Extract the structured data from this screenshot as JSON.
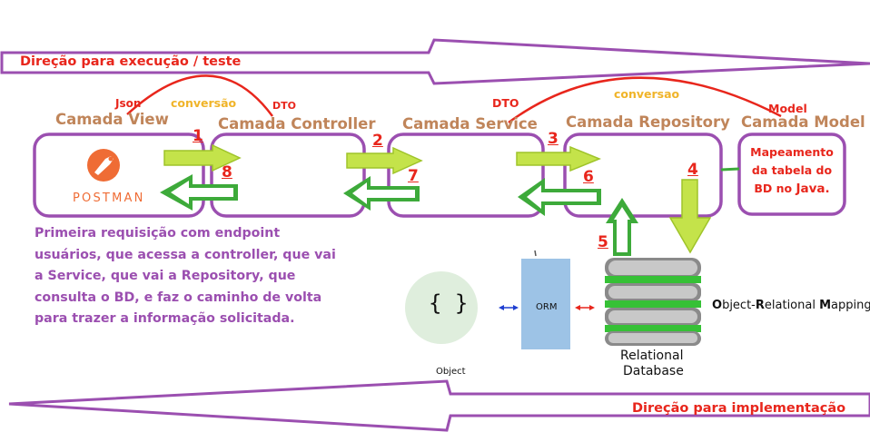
{
  "banners": {
    "top": "Direção para execução / teste",
    "bottom": "Direção para implementação"
  },
  "layers": {
    "view": "Camada View",
    "controller": "Camada Controller",
    "service": "Camada Service",
    "repository": "Camada Repository",
    "model": "Camada Model"
  },
  "conversions": {
    "left": {
      "from": "Json",
      "label": "conversão",
      "to": "DTO"
    },
    "right": {
      "from": "DTO",
      "label": "conversao",
      "to": "Model"
    }
  },
  "steps": [
    "1",
    "2",
    "3",
    "4",
    "5",
    "6",
    "7",
    "8"
  ],
  "postman_label": "POSTMAN",
  "model_box": {
    "line1": "Mapeamento",
    "line2": "da tabela do",
    "line3": "BD no",
    "line3_emph": "Java."
  },
  "description": "Primeira requisição com endpoint usuários, que acessa a controller, que vai a Service, que vai a Repository, que consulta o BD, e faz o caminho de volta para trazer a informação solicitada.",
  "orm": {
    "object_symbol": "{ }",
    "object_label": "Object",
    "orm_label": "ORM",
    "db_label_line1": "Relational",
    "db_label_line2": "Database",
    "expansion_O": "O",
    "expansion_bject": "bject-",
    "expansion_R": "R",
    "expansion_elational": "elational ",
    "expansion_M": "M",
    "expansion_apping": "apping"
  },
  "colors": {
    "purple": "#9b4fb0",
    "red": "#e8261c",
    "orange": "#f0b429",
    "layer_title": "#c0855a",
    "arrow_lime": "#c4e34a",
    "arrow_green": "#3daa3a",
    "orm_blue": "#9dc3e6",
    "object_circle": "#dfeedd"
  }
}
